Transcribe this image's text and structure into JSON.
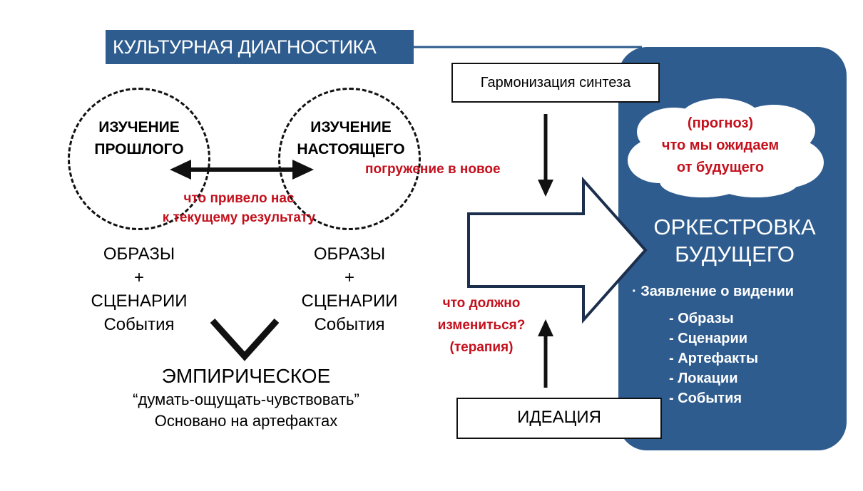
{
  "header": {
    "title": "КУЛЬТУРНАЯ ДИАГНОСТИКА"
  },
  "past": {
    "circle_line1": "ИЗУЧЕНИЕ",
    "circle_line2": "ПРОШЛОГО",
    "line1": "ОБРАЗЫ",
    "line2": "+",
    "line3": "СЦЕНАРИИ",
    "line4": "События"
  },
  "present": {
    "circle_line1": "ИЗУЧЕНИЕ",
    "circle_line2": "НАСТОЯЩЕГО",
    "line1": "ОБРАЗЫ",
    "line2": "+",
    "line3": "СЦЕНАРИИ",
    "line4": "События"
  },
  "links": {
    "cause_line1": "что привело нас",
    "cause_line2": "к текущему результату",
    "immersion": "погружение в новое",
    "change_line1": "что должно",
    "change_line2": "измениться?",
    "change_line3": "(терапия)"
  },
  "empirical": {
    "title": "ЭМПИРИЧЕСКОЕ",
    "subtitle": "“думать-ощущать-чувствовать”",
    "note": "Основано на артефактах"
  },
  "boxes": {
    "synthesis": "Гармонизация синтеза",
    "ideation": "ИДЕАЦИЯ"
  },
  "future": {
    "cloud_line1": "(прогноз)",
    "cloud_line2": "что мы ожидаем",
    "cloud_line3": "от будущего",
    "title_line1": "ОРКЕСТРОВКА",
    "title_line2": "БУДУЩЕГО",
    "vision": "· Заявление о видении",
    "items": [
      "- Образы",
      "- Сценарии",
      "- Артефакты",
      "- Локации",
      "- События"
    ]
  },
  "colors": {
    "panel_blue": "#2e5c8e",
    "accent_red": "#c4101c"
  }
}
